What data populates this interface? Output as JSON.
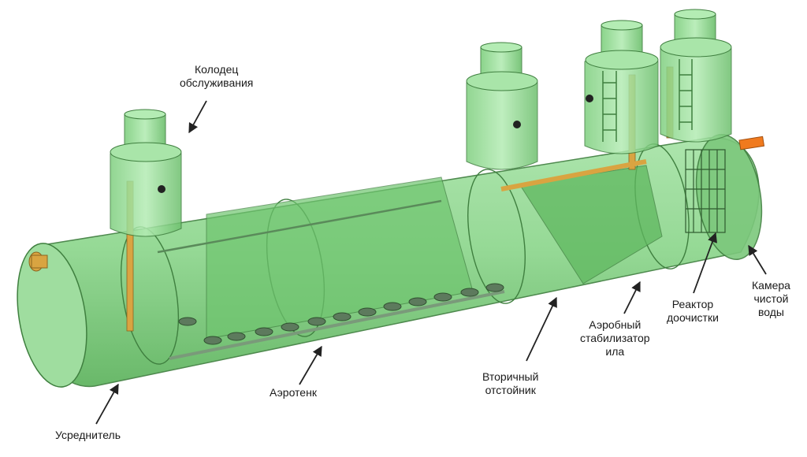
{
  "diagram": {
    "labels": {
      "service_well": [
        "Колодец",
        "обслуживания"
      ],
      "equalizer": [
        "Усреднитель"
      ],
      "aerotank": [
        "Аэротенк"
      ],
      "secondary_clarifier": [
        "Вторичный",
        "отстойник"
      ],
      "sludge_stabilizer": [
        "Аэробный",
        "стабилизатор",
        "ила"
      ],
      "post_treatment_reactor": [
        "Реактор",
        "доочистки"
      ],
      "clean_water_chamber": [
        "Камера",
        "чистой",
        "воды"
      ]
    },
    "colors": {
      "tank_fill": "#8fd98f",
      "tank_shade": "#6cc46c",
      "tank_edge": "#3f7f3f",
      "pipe": "#d9a441",
      "outlet": "#f07a1e",
      "arrow": "#222222"
    }
  }
}
